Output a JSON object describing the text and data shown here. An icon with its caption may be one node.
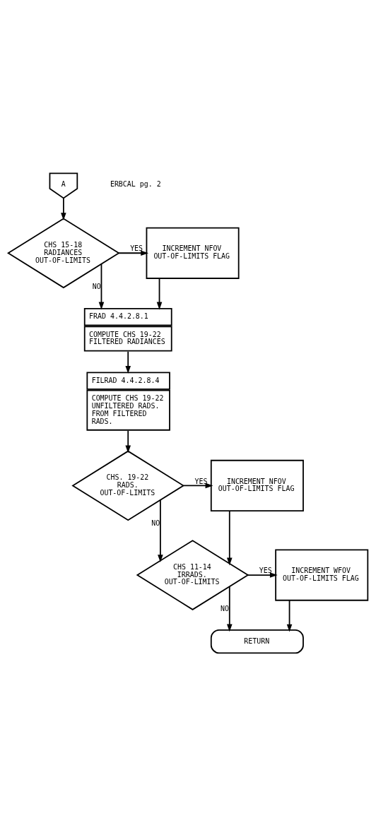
{
  "diagram": {
    "nodes": [
      {
        "text": [
          "A"
        ]
      },
      {
        "text": [
          "CHS 15-18 RADIANCES OUT-OF-LIMITS"
        ]
      },
      {
        "text": [
          "INCREMENT NFOV OUT-OF-LIMITS FLAG"
        ]
      },
      {
        "text": [
          "FRAD 4.4.2.8.1",
          "COMPUTE CHS 19-22 FILTERED RADIANCES"
        ]
      },
      {
        "text": [
          "FILRAD 4.4.2.8.4",
          "COMPUTE CHS 19-22 UNFILTERED RADS. FROM FILTERED RADS."
        ]
      },
      {
        "text": [
          "CHS. 19-22 RADS. OUT-OF-LIMITS"
        ]
      },
      {
        "text": [
          "INCREMENT NFOV OUT-OF-LIMITS FLAG"
        ]
      },
      {
        "text": [
          "CHS 11-14 IRRADS. OUT-OF-LIMITS"
        ]
      },
      {
        "text": [
          "INCREMENT WFOV OUT-OF-LIMITS FLAG"
        ]
      },
      {
        "text": [
          "RETURN"
        ]
      }
    ],
    "edges": [
      {
        "from": 0,
        "to": 1,
        "arrow": "to"
      },
      {
        "from": 1,
        "to": 2,
        "arrow": "to",
        "label": "YES"
      },
      {
        "from": 1,
        "to": 3,
        "arrow": "to",
        "label": "NO"
      },
      {
        "from": 2,
        "to": 3,
        "arrow": "to"
      },
      {
        "from": 3,
        "to": 4,
        "arrow": "to"
      },
      {
        "from": 4,
        "to": 5,
        "arrow": "to"
      },
      {
        "from": 5,
        "to": 6,
        "arrow": "to",
        "label": "YES"
      },
      {
        "from": 5,
        "to": 7,
        "arrow": "to",
        "label": "NO"
      },
      {
        "from": 6,
        "to": 7,
        "arrow": "to"
      },
      {
        "from": 7,
        "to": 8,
        "arrow": "to",
        "label": "YES"
      },
      {
        "from": 7,
        "to": 9,
        "arrow": "to",
        "label": "NO"
      },
      {
        "from": 8,
        "to": 9,
        "arrow": "to"
      }
    ],
    "labels": [
      "ERBCAL pg. 2"
    ]
  }
}
